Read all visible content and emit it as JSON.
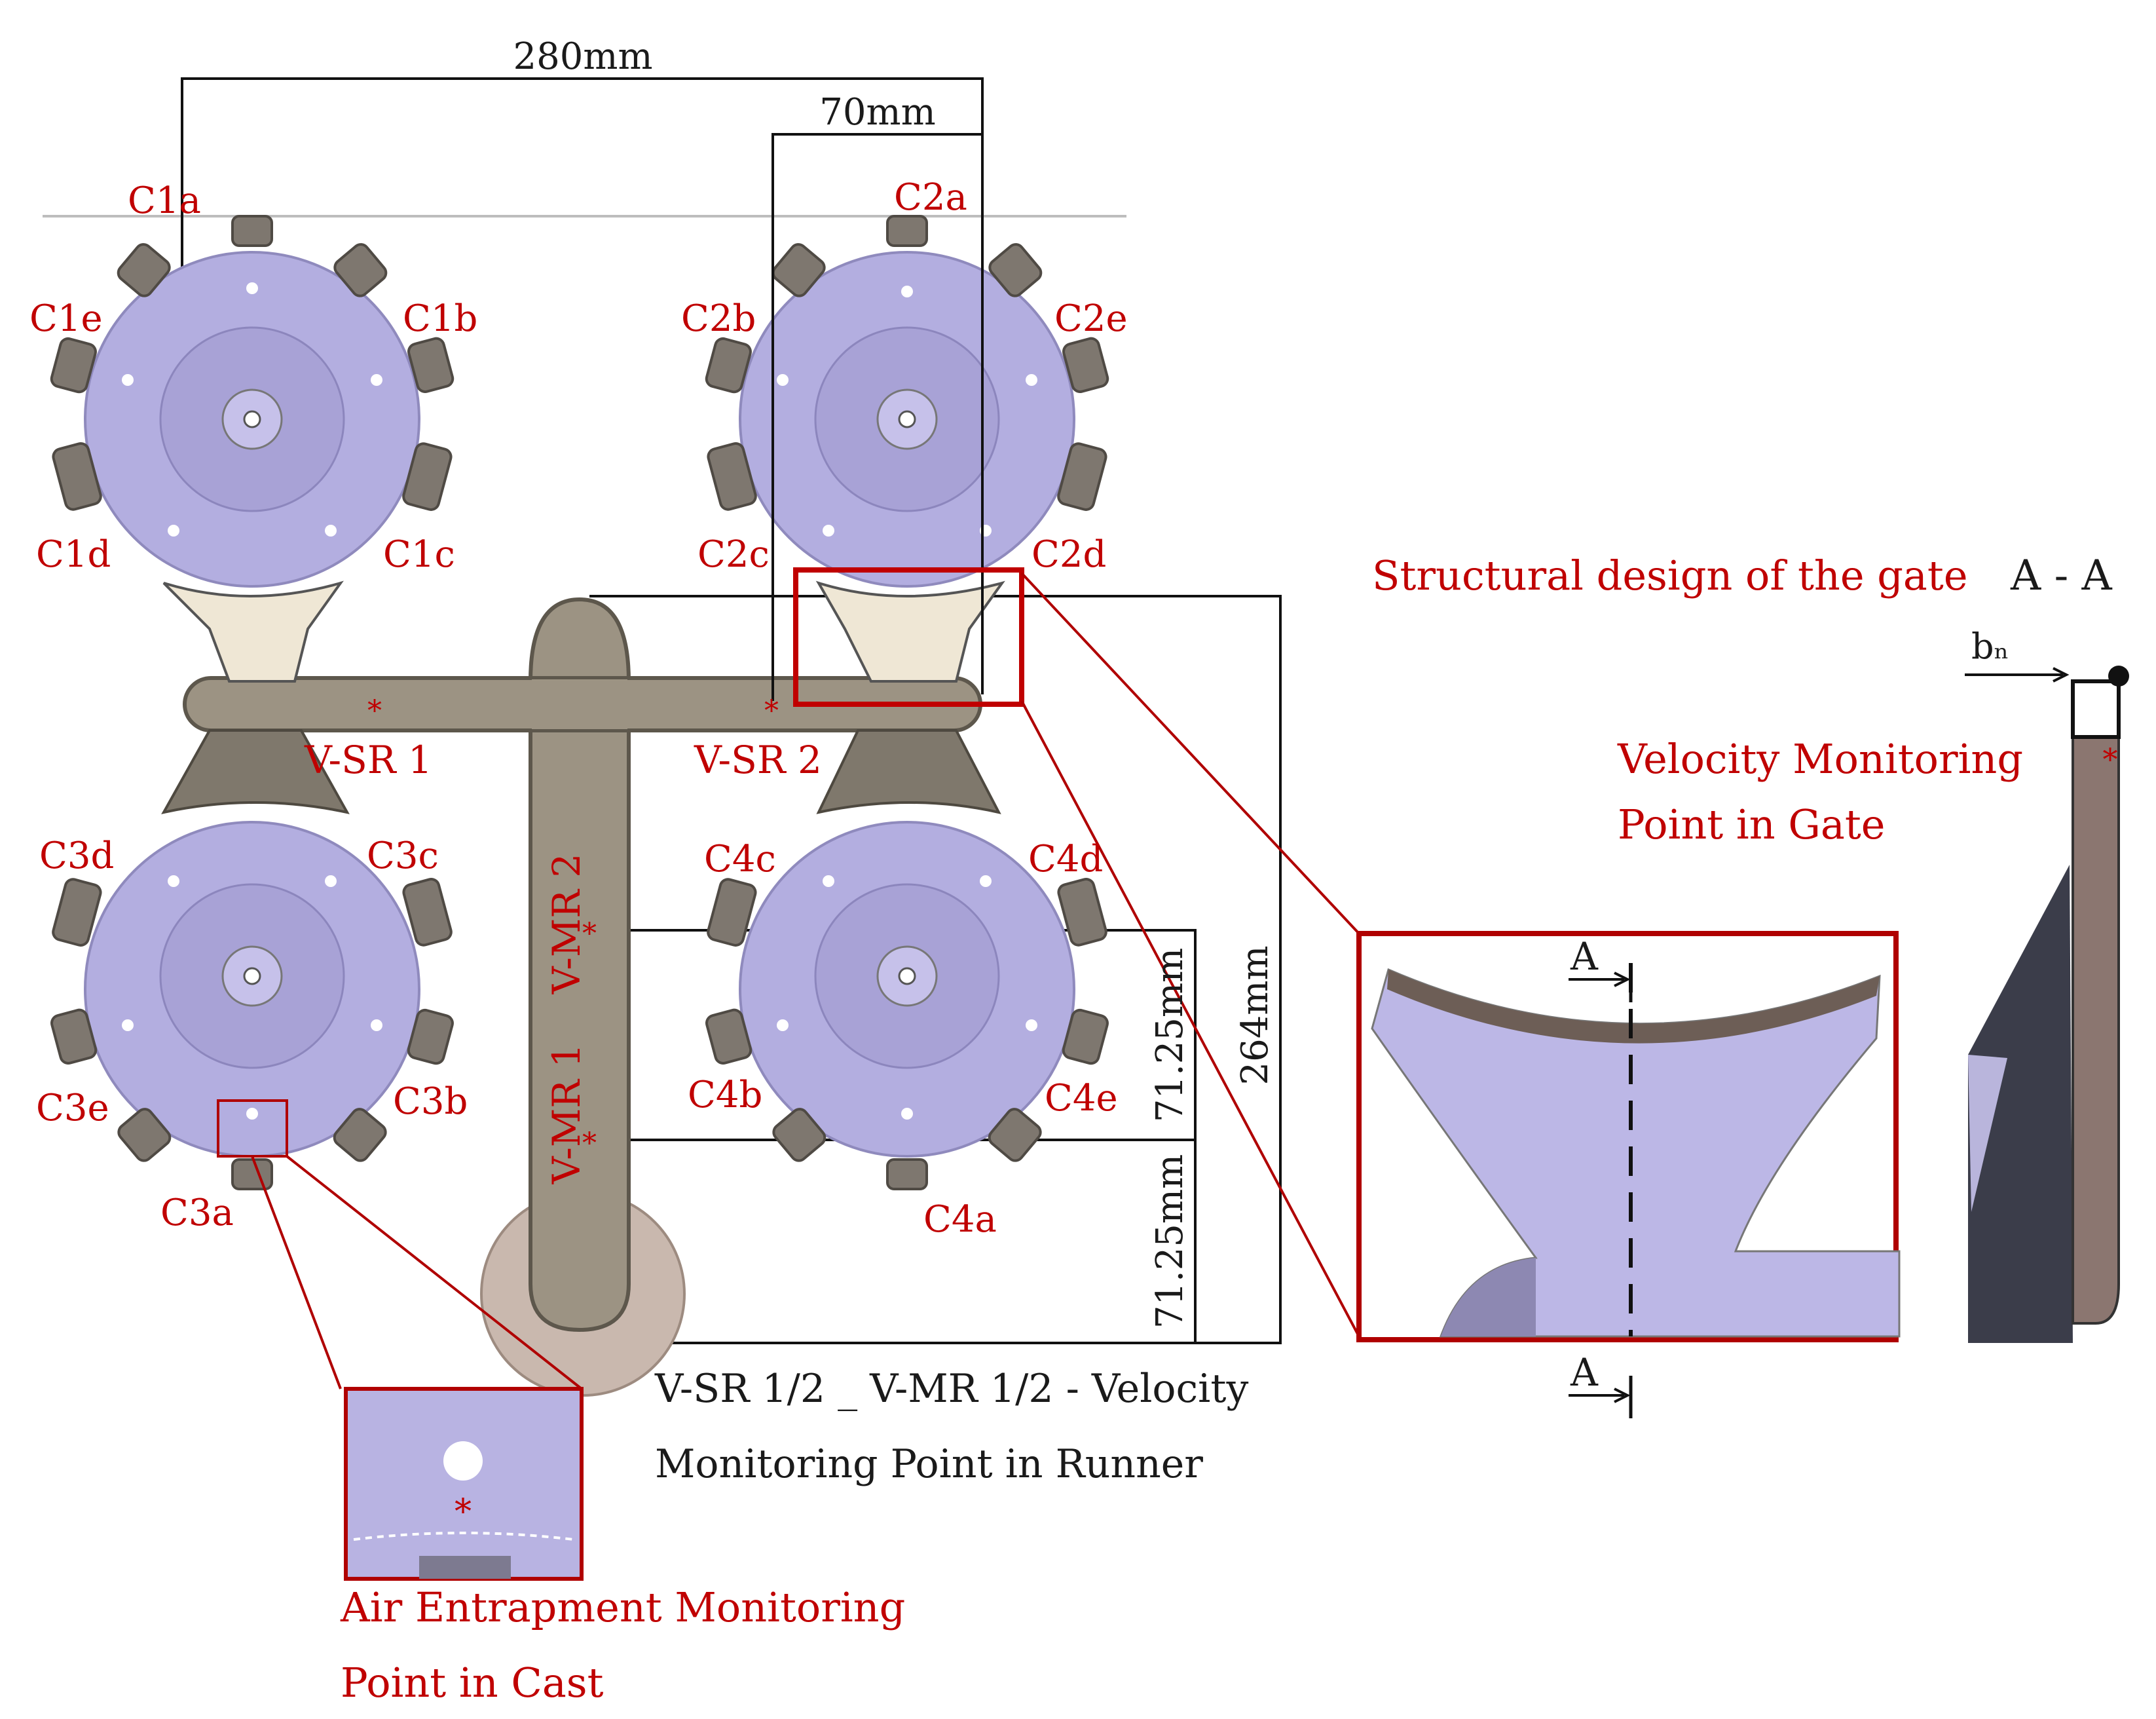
{
  "dimensions": {
    "d280": "280mm",
    "d70": "70mm",
    "d264": "264mm",
    "d7125_upper": "71.25mm",
    "d7125_lower": "71.25mm"
  },
  "cavities": {
    "c1a": "C1a",
    "c1b": "C1b",
    "c1c": "C1c",
    "c1d": "C1d",
    "c1e": "C1e",
    "c2a": "C2a",
    "c2b": "C2b",
    "c2c": "C2c",
    "c2d": "C2d",
    "c2e": "C2e",
    "c3a": "C3a",
    "c3b": "C3b",
    "c3c": "C3c",
    "c3d": "C3d",
    "c3e": "C3e",
    "c4a": "C4a",
    "c4b": "C4b",
    "c4c": "C4c",
    "c4d": "C4d",
    "c4e": "C4e"
  },
  "monitor_points": {
    "v_sr1": "V-SR 1",
    "v_sr2": "V-SR 2",
    "v_mr1": "V-MR 1",
    "v_mr2": "V-MR 2"
  },
  "captions": {
    "runner_line1": "V-SR 1/2 _ V-MR 1/2 - Velocity",
    "runner_line2": "Monitoring Point in Runner",
    "air_line1": "Air Entrapment Monitoring",
    "air_line2": "Point in Cast",
    "gate_design": "Structural design of the gate",
    "section_label": "A - A",
    "gate_velocity_line1": "Velocity  Monitoring",
    "gate_velocity_line2": "Point in Gate",
    "section_letter_top": "A",
    "section_letter_bottom": "A",
    "bn": "bₙ"
  },
  "colors": {
    "label_red": "#c00000",
    "cast_disc": "#b3aee0",
    "runner": "#9c9383",
    "overflow": "#7e776f"
  }
}
